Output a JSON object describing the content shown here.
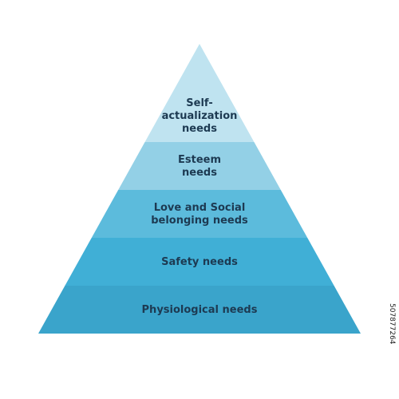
{
  "pyramid": {
    "levels": [
      {
        "lines": [
          "Self-",
          "actualization",
          "needs"
        ],
        "color": "#bfe3f0"
      },
      {
        "lines": [
          "Esteem",
          "needs"
        ],
        "color": "#93d0e6"
      },
      {
        "lines": [
          "Love and Social",
          "belonging needs"
        ],
        "color": "#5cbbdc"
      },
      {
        "lines": [
          "Safety needs"
        ],
        "color": "#40afd6"
      },
      {
        "lines": [
          "Physiological needs"
        ],
        "color": "#3aa4cb"
      }
    ]
  },
  "watermark": {
    "id": "507877264"
  }
}
